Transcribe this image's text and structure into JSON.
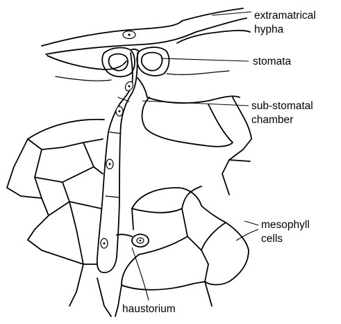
{
  "labels": {
    "extramatrical_line1": "extramatrical",
    "extramatrical_line2": "hypha",
    "stomata": "stomata",
    "substomatal_line1": "sub-stomatal",
    "substomatal_line2": "chamber",
    "mesophyll_line1": "mesophyll",
    "mesophyll_line2": "cells",
    "haustorium": "haustorium"
  },
  "colors": {
    "ink": "#000000",
    "background": "#ffffff"
  }
}
